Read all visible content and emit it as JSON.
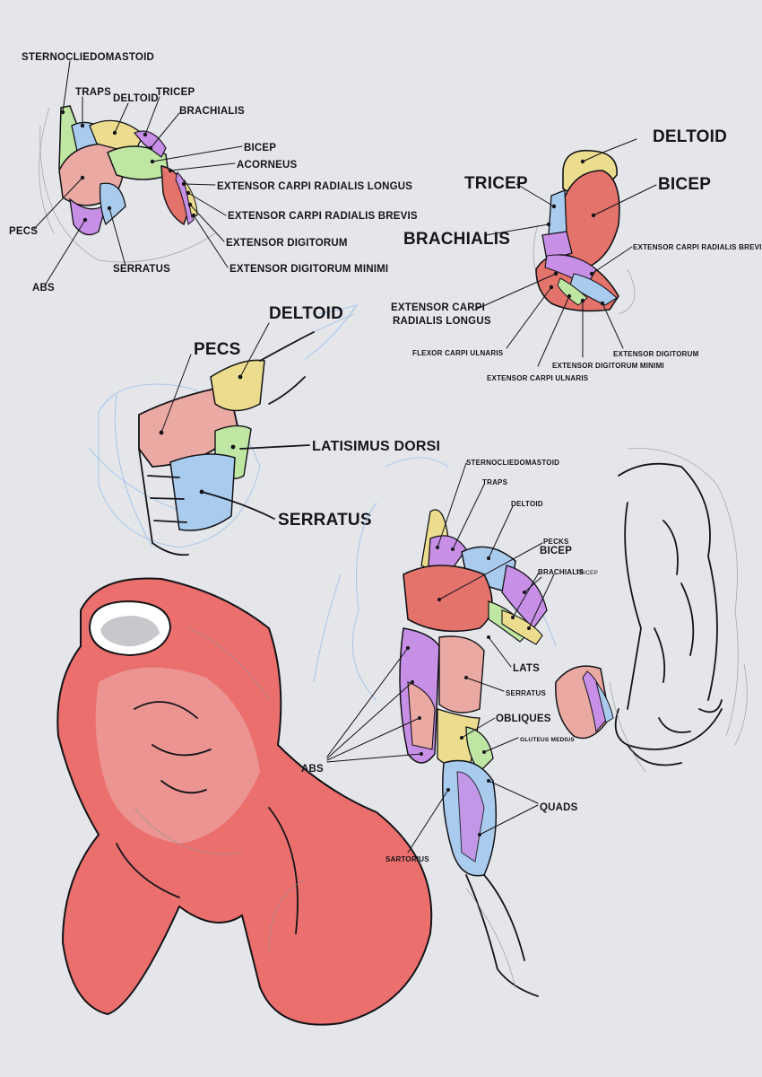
{
  "colors": {
    "background": "#e4e6ea",
    "red": "#e4736b",
    "pink": "#eaa9a3",
    "yellow": "#ecdc8d",
    "green": "#bfe6a3",
    "purple": "#c78fe6",
    "blue": "#a9cbee",
    "ink": "#141418",
    "sketch": "#9ec0e8"
  },
  "figure1": {
    "sternocliedomastoid": "STERNOCLIEDOMASTOID",
    "traps": "TRAPS",
    "deltoid": "DELTOID",
    "tricep": "TRICEP",
    "brachialis": "BRACHIALIS",
    "bicep": "BICEP",
    "acorneus": "ACORNEUS",
    "ecr_longus": "EXTENSOR CARPI RADIALIS LONGUS",
    "ecr_brevis": "EXTENSOR CARPI RADIALIS BREVIS",
    "ext_digitorum": "EXTENSOR DIGITORUM",
    "ext_digitorum_minimi": "EXTENSOR DIGITORUM MINIMI",
    "pecs": "PECS",
    "serratus": "SERRATUS",
    "abs": "ABS"
  },
  "figure2": {
    "deltoid": "DELTOID",
    "tricep": "TRICEP",
    "bicep": "BICEP",
    "brachialis": "BRACHIALIS",
    "ecr_brevis": "EXTENSOR CARPI RADIALIS BREVIS",
    "ecr_longus_1": "EXTENSOR CARPI",
    "ecr_longus_2": "RADIALIS LONGUS",
    "flexor_carpi_ulnaris": "FLEXOR CARPI ULNARIS",
    "ext_carpi_ulnaris": "EXTENSOR CARPI ULNARIS",
    "ext_digitorum_minimi": "EXTENSOR DIGITORUM MINIMI",
    "ext_digitorum": "EXTENSOR DIGITORUM"
  },
  "figure3": {
    "deltoid": "DELTOID",
    "pecs": "PECS",
    "latisimus": "LATISIMUS DORSI",
    "serratus": "SERRATUS"
  },
  "figure4": {
    "sternocliedomastoid": "STERNOCLIEDOMASTOID",
    "traps": "TRAPS",
    "deltoid": "DELTOID",
    "pecks": "PECKS",
    "bicep": "BICEP",
    "brachialis": "BRACHIALIS",
    "tricep": "TRICEP",
    "lats": "LATS",
    "serratus": "SERRATUS",
    "obliques": "OBLIQUES",
    "gluteus_medius": "GLUTEUS MEDIUS",
    "abs": "ABS",
    "quads": "QUADS",
    "sartorius": "SARTORIUS"
  }
}
